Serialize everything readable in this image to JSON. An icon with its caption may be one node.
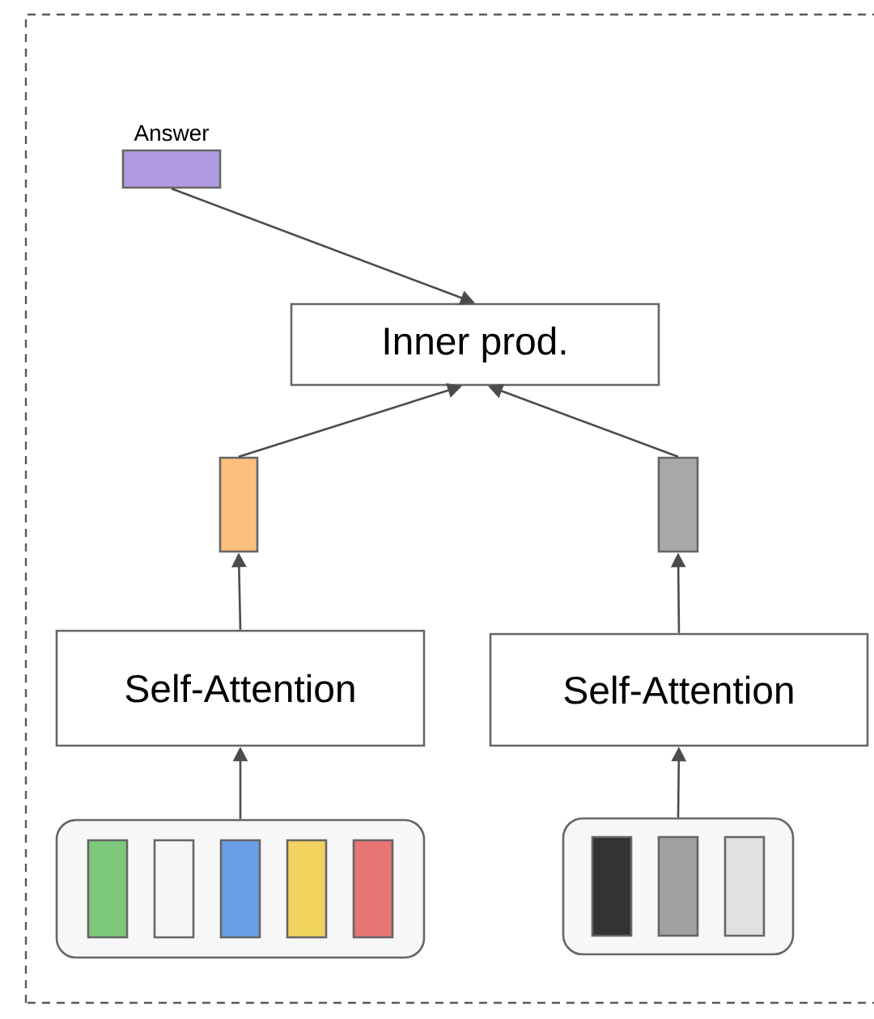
{
  "diagram": {
    "nodes": [
      {
        "text": [
          "Answer"
        ]
      },
      {
        "text": [
          "Inner prod."
        ]
      },
      {
        "text": [],
        "shape": "bar"
      },
      {
        "text": [],
        "shape": "bar"
      },
      {
        "text": [
          "Self-Attention"
        ]
      },
      {
        "text": [
          "Self-Attention"
        ]
      },
      {
        "text": [],
        "shape": "box"
      },
      {
        "text": [],
        "shape": "bar",
        "in": 6
      },
      {
        "text": [],
        "shape": "bar",
        "in": 6
      },
      {
        "text": [],
        "shape": "bar",
        "in": 6
      },
      {
        "text": [],
        "shape": "bar",
        "in": 6
      },
      {
        "text": [],
        "shape": "bar",
        "in": 6
      },
      {
        "text": [],
        "shape": "box"
      },
      {
        "text": [],
        "shape": "bar",
        "in": 12
      },
      {
        "text": [],
        "shape": "bar",
        "in": 12
      },
      {
        "text": [],
        "shape": "bar",
        "in": 12
      }
    ],
    "edges": [
      {
        "from": 0,
        "to": 1,
        "arrow": "to"
      },
      {
        "from": 2,
        "to": 1,
        "arrow": "to"
      },
      {
        "from": 3,
        "to": 1,
        "arrow": "to"
      },
      {
        "from": 4,
        "to": 2,
        "arrow": "to"
      },
      {
        "from": 5,
        "to": 3,
        "arrow": "to"
      },
      {
        "from": 6,
        "to": 4,
        "arrow": "to"
      },
      {
        "from": 12,
        "to": 5,
        "arrow": "to"
      }
    ]
  }
}
